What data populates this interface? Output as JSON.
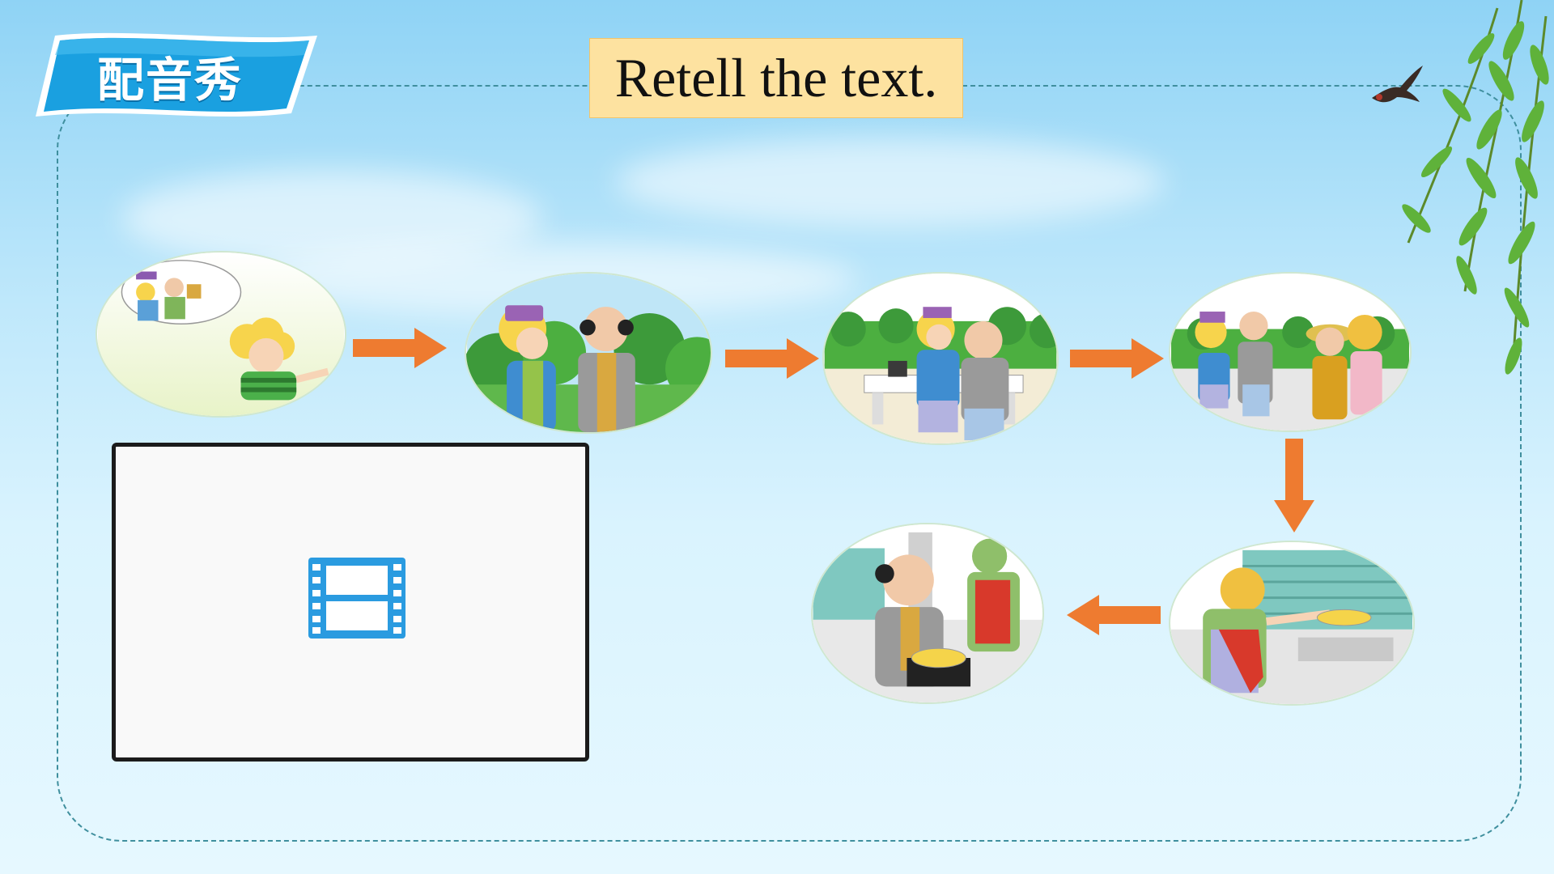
{
  "banner": {
    "label": "配音秀"
  },
  "title": {
    "text": "Retell the text."
  },
  "colors": {
    "arrow": "#ee7b30",
    "banner": "#1aa0e0",
    "title_bg": "#fde2a0",
    "frame": "#3f8f9e"
  },
  "scenes": [
    {
      "name": "girl-daydreaming"
    },
    {
      "name": "grandparents-walking"
    },
    {
      "name": "grandparents-on-bench"
    },
    {
      "name": "meeting-friends"
    },
    {
      "name": "grandma-cooking"
    },
    {
      "name": "grandpa-cooking"
    }
  ],
  "video": {
    "icon": "film-icon"
  }
}
